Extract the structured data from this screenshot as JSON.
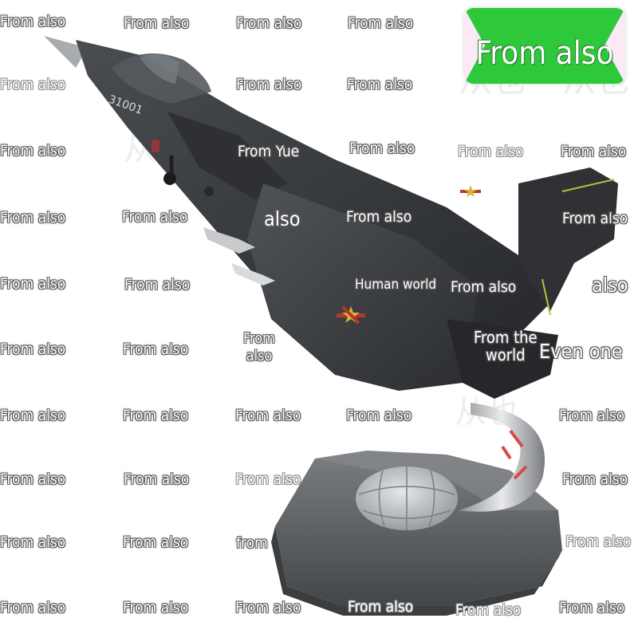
{
  "image": {
    "subject": "fighter-jet-model-on-stand",
    "tail_number": "31001",
    "colors": {
      "body": "#3a3c3e",
      "body_dark": "#2a2c2e",
      "stand": "#6f7273",
      "globe": "#c9cbcd",
      "badge": "#2ec93b"
    }
  },
  "badge": {
    "text": "From also"
  },
  "watermarks": [
    "From also",
    "From also",
    "From also",
    "From also",
    "From also",
    "From also",
    "From also",
    "From also",
    "From Yue",
    "From also",
    "From also",
    "From also",
    "From also",
    "From also",
    "also",
    "From also",
    "From also",
    "From also",
    "From also",
    "Human world",
    "From also",
    "also",
    "From also",
    "From also",
    "From",
    "also",
    "From the",
    "world",
    "Even one",
    "From also",
    "From also",
    "From also",
    "From also",
    "From also",
    "From also",
    "From also",
    "From also",
    "From also",
    "From also",
    "From also",
    "from",
    "From also",
    "From also",
    "From also",
    "From also",
    "From also",
    "From also",
    "From also"
  ]
}
